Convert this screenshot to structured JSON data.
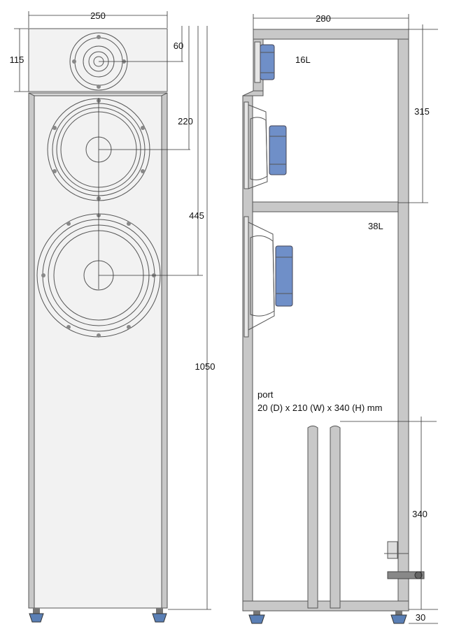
{
  "dimensions": {
    "width": "250",
    "depth": "280",
    "tweeter_height": "115",
    "tweeter_offset": "60",
    "mid_center": "220",
    "woofer_center": "445",
    "total_height": "1050",
    "top_chamber": "315",
    "port_height": "340",
    "foot_height": "30"
  },
  "labels": {
    "top_volume": "16L",
    "bottom_volume": "38L",
    "port_title": "port",
    "port_size": "20 (D) x 210 (W) x 340 (H) mm"
  },
  "colors": {
    "panel": "#c8c8c8",
    "magnet": "#6f8fc8",
    "foot": "#5a7fb5"
  }
}
